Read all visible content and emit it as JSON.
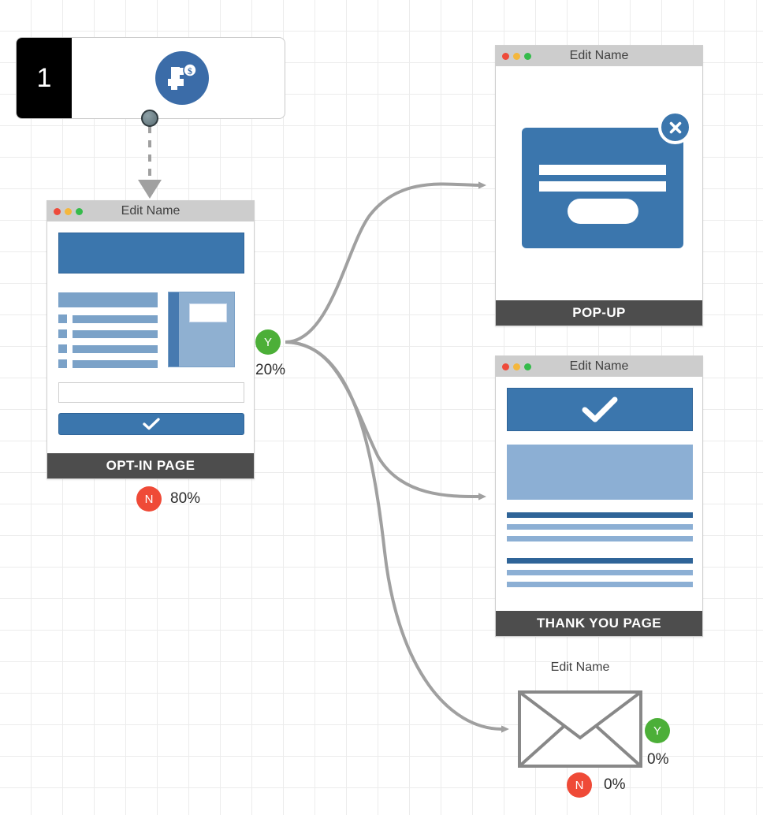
{
  "canvas": {
    "grid_color": "#ececec",
    "background": "#ffffff"
  },
  "palette": {
    "accent_blue": "#3b76ad",
    "light_blue": "#8cafd4",
    "yes_green": "#4caf38",
    "no_red": "#ef4a37",
    "footer_gray": "#4d4d4d",
    "titlebar_gray": "#cdcdcd",
    "edge_gray": "#a0a0a0"
  },
  "nodes": {
    "ad": {
      "number": "1",
      "icon": "facebook-ads-icon"
    },
    "optin": {
      "title": "Edit Name",
      "footer": "OPT-IN PAGE",
      "bullet_count": 4
    },
    "popup": {
      "title": "Edit Name",
      "footer": "POP-UP"
    },
    "thankyou": {
      "title": "Edit Name",
      "footer": "THANK YOU PAGE"
    },
    "email": {
      "title": "Edit Name",
      "icon": "envelope-icon"
    }
  },
  "badges": {
    "optin_yes": {
      "label": "Y",
      "percent": "20%"
    },
    "optin_no": {
      "label": "N",
      "percent": "80%"
    },
    "email_yes": {
      "label": "Y",
      "percent": "0%"
    },
    "email_no": {
      "label": "N",
      "percent": "0%"
    }
  }
}
